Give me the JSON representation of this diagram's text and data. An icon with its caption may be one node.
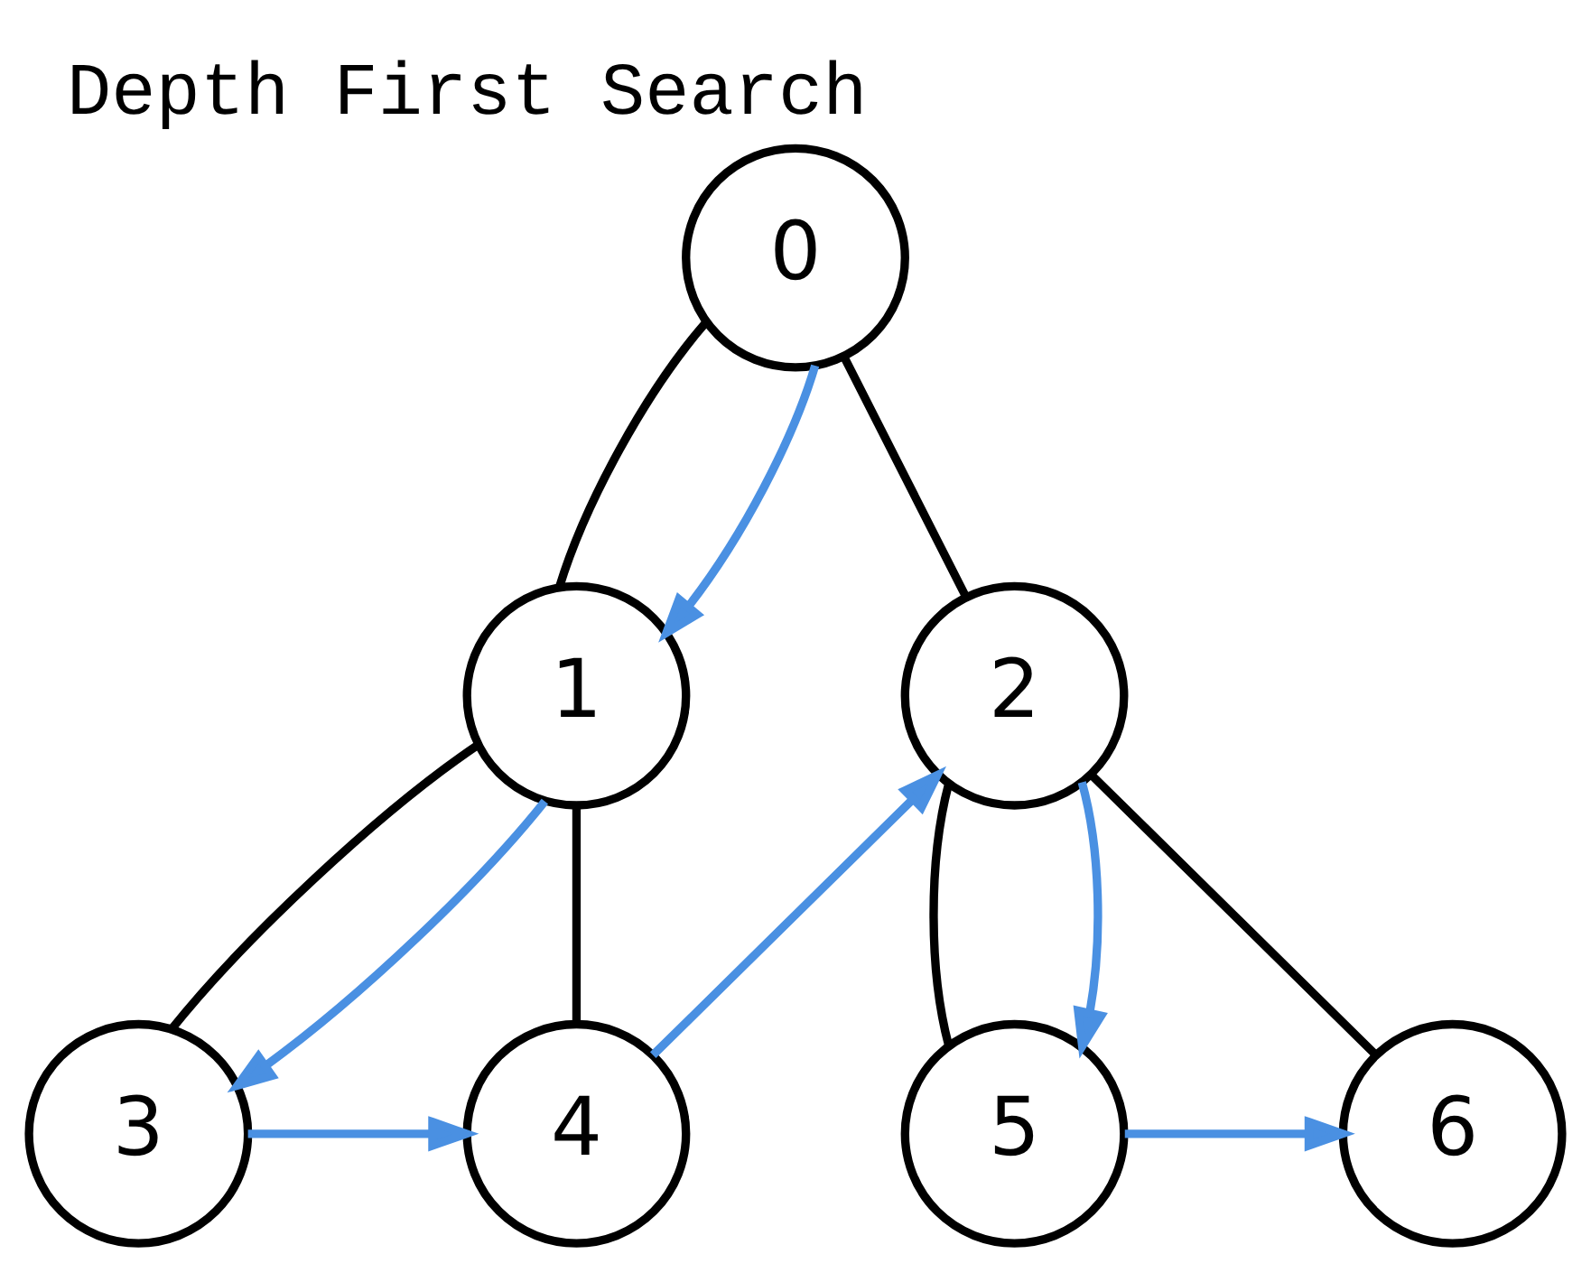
{
  "diagram": {
    "title": "Depth First Search",
    "nodes": [
      {
        "text": [
          "0"
        ]
      },
      {
        "text": [
          "1"
        ]
      },
      {
        "text": [
          "2"
        ]
      },
      {
        "text": [
          "3"
        ]
      },
      {
        "text": [
          "4"
        ]
      },
      {
        "text": [
          "5"
        ]
      },
      {
        "text": [
          "6"
        ]
      }
    ],
    "edges": [
      {
        "from": 0,
        "to": 1,
        "arrow": "none"
      },
      {
        "from": 0,
        "to": 2,
        "arrow": "none"
      },
      {
        "from": 1,
        "to": 3,
        "arrow": "none"
      },
      {
        "from": 1,
        "to": 4,
        "arrow": "none"
      },
      {
        "from": 2,
        "to": 5,
        "arrow": "none"
      },
      {
        "from": 2,
        "to": 6,
        "arrow": "none"
      },
      {
        "from": 0,
        "to": 1,
        "arrow": "to",
        "color": "#4a90e2"
      },
      {
        "from": 1,
        "to": 3,
        "arrow": "to",
        "color": "#4a90e2"
      },
      {
        "from": 3,
        "to": 4,
        "arrow": "to",
        "color": "#4a90e2"
      },
      {
        "from": 4,
        "to": 2,
        "arrow": "to",
        "color": "#4a90e2"
      },
      {
        "from": 2,
        "to": 5,
        "arrow": "to",
        "color": "#4a90e2"
      },
      {
        "from": 5,
        "to": 6,
        "arrow": "to",
        "color": "#4a90e2"
      }
    ]
  }
}
